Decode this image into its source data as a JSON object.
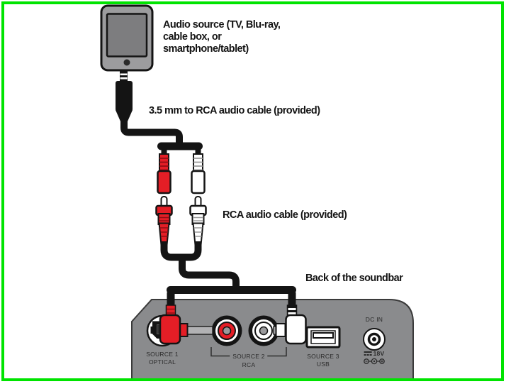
{
  "frame": {
    "border_color": "#00e400"
  },
  "annotations": {
    "audio_source": "Audio source (TV, Blu-ray, cable box, or smartphone/tablet)",
    "cable_3_5mm": "3.5 mm to RCA audio cable (provided)",
    "rca_cable": "RCA audio cable (provided)",
    "back_of_soundbar": "Back of the soundbar"
  },
  "soundbar": {
    "ports": {
      "source1": {
        "name": "SOURCE 1",
        "type": "OPTICAL"
      },
      "source2": {
        "name": "SOURCE 2",
        "type": "RCA"
      },
      "source3": {
        "name": "SOURCE 3",
        "type": "USB"
      },
      "dc_in": {
        "name": "DC IN",
        "voltage": "18V"
      }
    }
  },
  "colors": {
    "frame_green": "#00e400",
    "rca_red": "#e41e26",
    "panel_gray": "#8a8b8d",
    "cable_black": "#141414"
  }
}
